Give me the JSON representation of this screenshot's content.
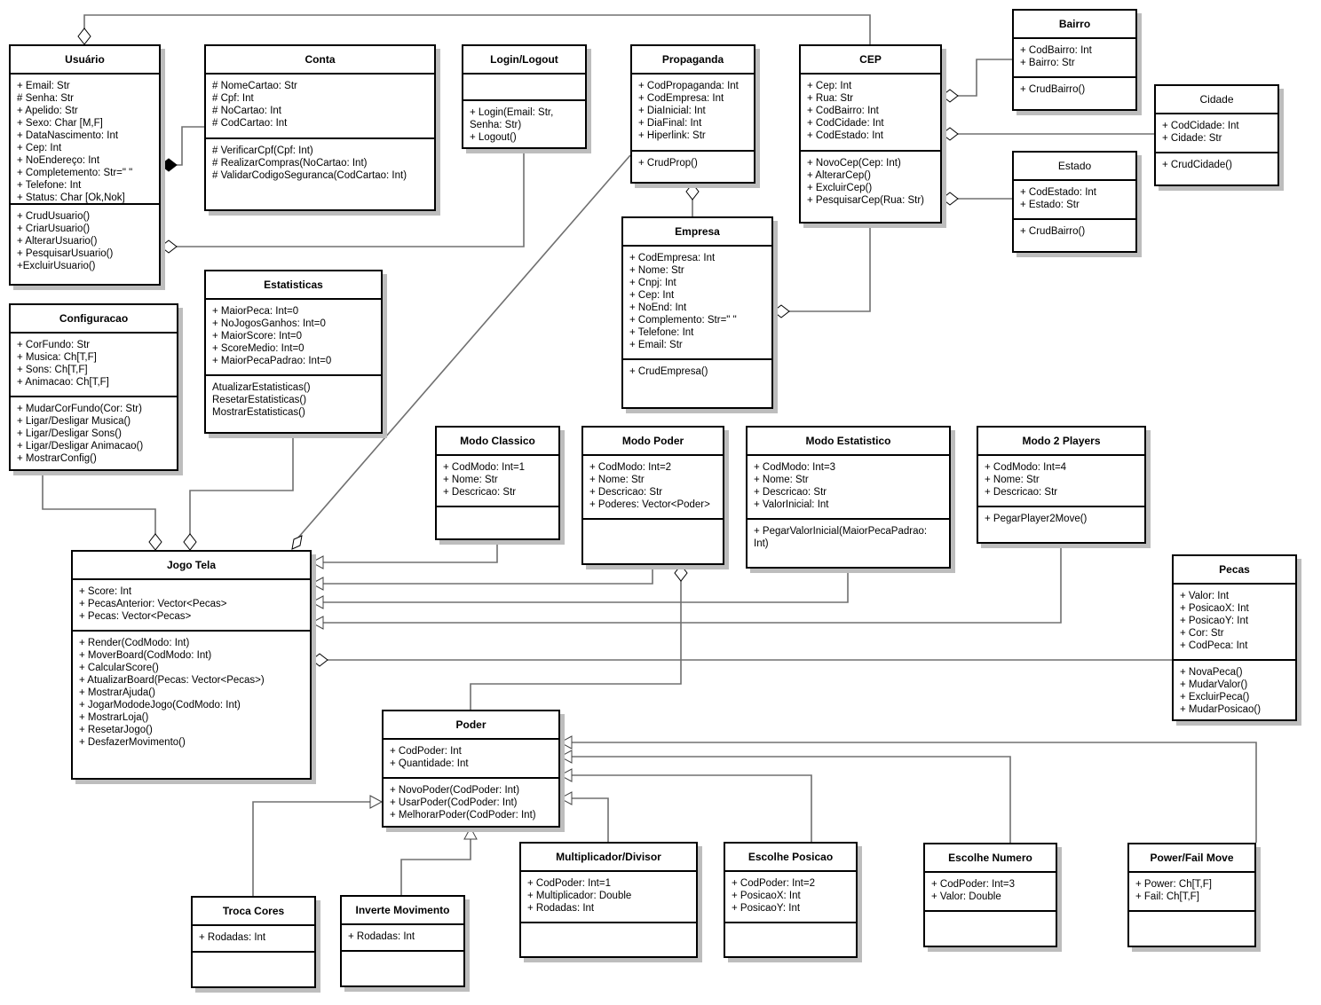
{
  "classes": {
    "usuario": {
      "name": "Usuário",
      "attributes": [
        "+ Email: Str",
        "# Senha: Str",
        "+ Apelido: Str",
        "+ Sexo: Char [M,F]",
        "+ DataNascimento: Int",
        "+ Cep: Int",
        "+ NoEndereço: Int",
        "+ Completemento: Str=\" \"",
        "+ Telefone: Int",
        "+ Status: Char [Ok,Nok]"
      ],
      "methods": [
        "+ CrudUsuario()",
        "+ CriarUsuario()",
        "+ AlterarUsuario()",
        "+ PesquisarUsuario()",
        "+ExcluirUsuario()"
      ]
    },
    "conta": {
      "name": "Conta",
      "attributes": [
        "# NomeCartao: Str",
        "# Cpf: Int",
        "# NoCartao: Int",
        "# CodCartao: Int"
      ],
      "methods": [
        "# VerificarCpf(Cpf: Int)",
        "# RealizarCompras(NoCartao: Int)",
        "# ValidarCodigoSeguranca(CodCartao: Int)"
      ]
    },
    "login": {
      "name": "Login/Logout",
      "attributes": [],
      "methods": [
        "+ Login(Email: Str, Senha: Str)",
        "+ Logout()"
      ]
    },
    "propaganda": {
      "name": "Propaganda",
      "attributes": [
        "+ CodPropaganda: Int",
        "+ CodEmpresa: Int",
        "+ DiaInicial: Int",
        "+ DiaFinal: Int",
        "+ Hiperlink: Str"
      ],
      "methods": [
        "+ CrudProp()"
      ]
    },
    "cep": {
      "name": "CEP",
      "attributes": [
        "+ Cep: Int",
        "+ Rua: Str",
        "+ CodBairro: Int",
        "+ CodCidade: Int",
        "+ CodEstado: Int"
      ],
      "methods": [
        "+ NovoCep(Cep: Int)",
        "+ AlterarCep()",
        "+ ExcluirCep()",
        "+ PesquisarCep(Rua: Str)"
      ]
    },
    "bairro": {
      "name": "Bairro",
      "attributes": [
        "+ CodBairro: Int",
        "+ Bairro: Str"
      ],
      "methods": [
        "+ CrudBairro()"
      ]
    },
    "cidade": {
      "name": "Cidade",
      "attributes": [
        "+ CodCidade: Int",
        "+ Cidade: Str"
      ],
      "methods": [
        "+ CrudCidade()"
      ]
    },
    "estado": {
      "name": "Estado",
      "attributes": [
        "+ CodEstado: Int",
        "+ Estado: Str"
      ],
      "methods": [
        "+ CrudBairro()"
      ]
    },
    "empresa": {
      "name": "Empresa",
      "attributes": [
        "+ CodEmpresa: Int",
        "+ Nome: Str",
        "+ Cnpj: Int",
        "+ Cep: Int",
        "+ NoEnd: Int",
        "+ Complemento: Str=\" \"",
        "+ Telefone: Int",
        "+ Email: Str"
      ],
      "methods": [
        "+ CrudEmpresa()"
      ]
    },
    "configuracao": {
      "name": "Configuracao",
      "attributes": [
        "+ CorFundo: Str",
        "+ Musica: Ch[T,F]",
        "+ Sons: Ch[T,F]",
        "+ Animacao: Ch[T,F]"
      ],
      "methods": [
        "+ MudarCorFundo(Cor: Str)",
        "+ Ligar/Desligar Musica()",
        "+ Ligar/Desligar Sons()",
        "+ Ligar/Desligar Animacao()",
        "+ MostrarConfig()"
      ]
    },
    "estatisticas": {
      "name": "Estatisticas",
      "attributes": [
        "+ MaiorPeca: Int=0",
        "+ NoJogosGanhos: Int=0",
        "+ MaiorScore: Int=0",
        "+ ScoreMedio: Int=0",
        "+ MaiorPecaPadrao: Int=0"
      ],
      "methods": [
        "AtualizarEstatisticas()",
        "ResetarEstatisticas()",
        "MostrarEstatisticas()"
      ]
    },
    "modo_classico": {
      "name": "Modo Classico",
      "attributes": [
        "+ CodModo: Int=1",
        "+ Nome: Str",
        "+ Descricao: Str"
      ],
      "methods": []
    },
    "modo_poder": {
      "name": "Modo Poder",
      "attributes": [
        "+ CodModo: Int=2",
        "+ Nome: Str",
        "+ Descricao: Str",
        "+ Poderes: Vector<Poder>"
      ],
      "methods": []
    },
    "modo_estatistico": {
      "name": "Modo Estatistico",
      "attributes": [
        "+ CodModo: Int=3",
        "+ Nome: Str",
        "+ Descricao: Str",
        "+ ValorInicial: Int"
      ],
      "methods": [
        " + PegarValorInicial(MaiorPecaPadrao: Int)"
      ]
    },
    "modo_2players": {
      "name": "Modo 2 Players",
      "attributes": [
        "+ CodModo: Int=4",
        "+ Nome: Str",
        "+ Descricao: Str"
      ],
      "methods": [
        " + PegarPlayer2Move()"
      ]
    },
    "jogo_tela": {
      "name": "Jogo Tela",
      "attributes": [
        "+ Score: Int",
        "+ PecasAnterior: Vector<Pecas>",
        "+ Pecas: Vector<Pecas>"
      ],
      "methods": [
        "+ Render(CodModo: Int)",
        "+ MoverBoard(CodModo: Int)",
        "+ CalcularScore()",
        "+ AtualizarBoard(Pecas: Vector<Pecas>)",
        "+ MostrarAjuda()",
        "+ JogarMododeJogo(CodModo: Int)",
        "+ MostrarLoja()",
        "+ ResetarJogo()",
        "+ DesfazerMovimento()"
      ]
    },
    "pecas": {
      "name": "Pecas",
      "attributes": [
        "+ Valor: Int",
        "+ PosicaoX: Int",
        "+ PosicaoY: Int",
        "+ Cor: Str",
        "+ CodPeca: Int"
      ],
      "methods": [
        "+ NovaPeca()",
        "+ MudarValor()",
        "+ ExcluirPeca()",
        "+ MudarPosicao()"
      ]
    },
    "poder": {
      "name": "Poder",
      "attributes": [
        "+ CodPoder: Int",
        "+ Quantidade: Int"
      ],
      "methods": [
        "+ NovoPoder(CodPoder: Int)",
        "+ UsarPoder(CodPoder: Int)",
        "+ MelhorarPoder(CodPoder: Int)"
      ]
    },
    "troca_cores": {
      "name": "Troca Cores",
      "attributes": [
        "+ Rodadas: Int"
      ],
      "methods": []
    },
    "inverte_movimento": {
      "name": "Inverte Movimento",
      "attributes": [
        "+ Rodadas: Int"
      ],
      "methods": []
    },
    "multiplicador": {
      "name": "Multiplicador/Divisor",
      "attributes": [
        "+ CodPoder: Int=1",
        "+ Multiplicador: Double",
        "+ Rodadas: Int"
      ],
      "methods": []
    },
    "escolhe_posicao": {
      "name": "Escolhe Posicao",
      "attributes": [
        "+ CodPoder: Int=2",
        "+ PosicaoX: Int",
        "+ PosicaoY: Int"
      ],
      "methods": []
    },
    "escolhe_numero": {
      "name": "Escolhe Numero",
      "attributes": [
        "+ CodPoder: Int=3",
        "+ Valor: Double"
      ],
      "methods": []
    },
    "power_fail": {
      "name": "Power/Fail Move",
      "attributes": [
        "+ Power: Ch[T,F]",
        "+ Fail: Ch[T,F]"
      ],
      "methods": []
    }
  },
  "colors": {
    "line": "#707070",
    "border": "#000000",
    "shadow": "#bdbdbd"
  }
}
